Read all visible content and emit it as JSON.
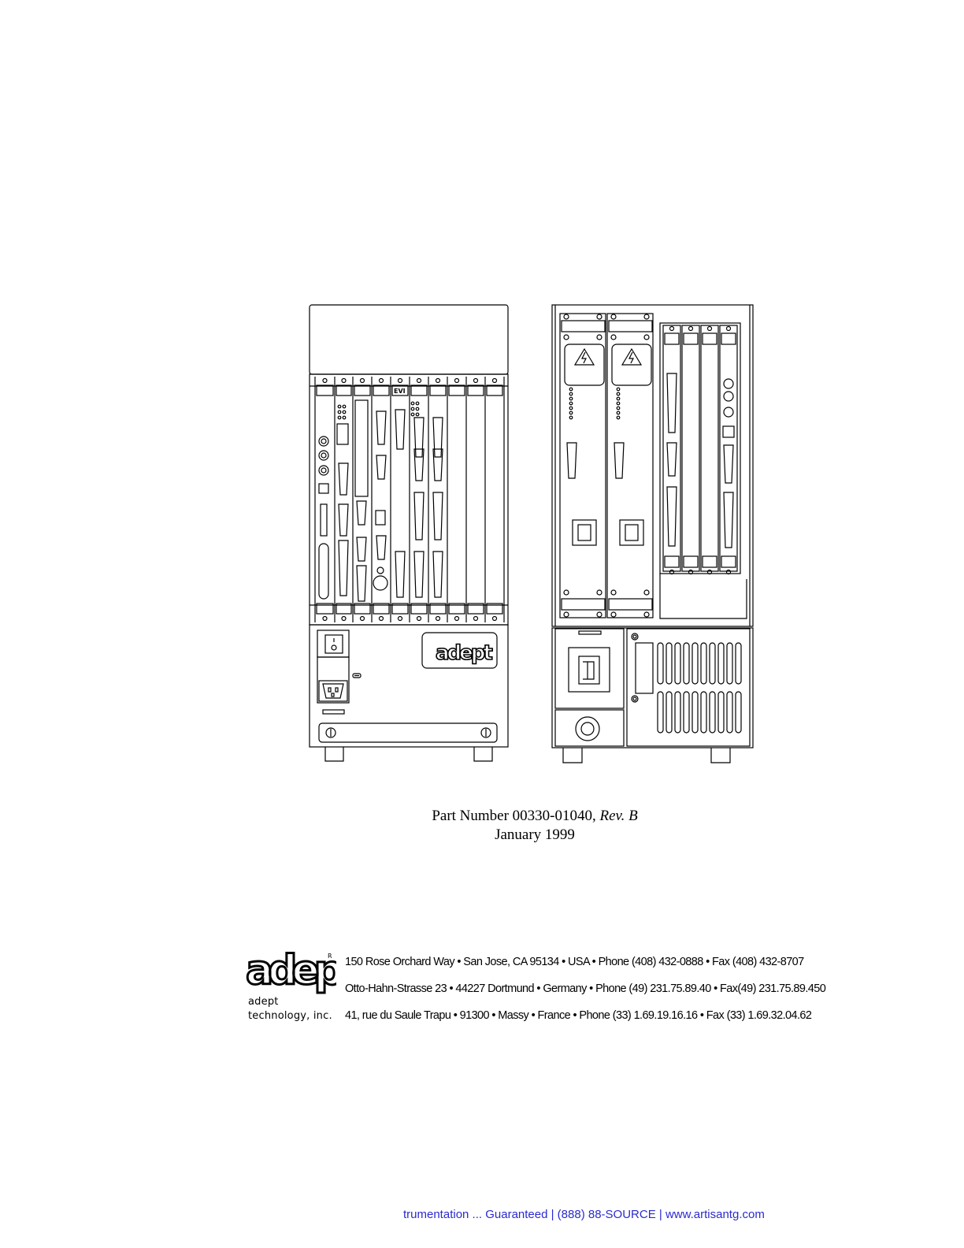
{
  "illustration": {
    "front_panel_label": "EVI",
    "front_logo": "adept",
    "icons": [
      "warning-high-voltage-icon",
      "power-switch-icon",
      "power-inlet-icon",
      "fuse-icon"
    ]
  },
  "part": {
    "prefix": "Part Number 00330-01040, ",
    "rev": "Rev. B",
    "date": "January 1999"
  },
  "footer": {
    "logo_text": "adept",
    "registered": "R",
    "company_line1": "adept",
    "company_line2": "technology, inc.",
    "addresses": [
      "150 Rose Orchard Way • San Jose, CA 95134 • USA • Phone (408) 432-0888 • Fax (408) 432-8707",
      "Otto-Hahn-Strasse 23 • 44227 Dortmund • Germany • Phone (49) 231.75.89.40 • Fax(49) 231.75.89.450",
      "41, rue du Saule Trapu • 91300 • Massy • France • Phone (33) 1.69.19.16.16 • Fax (33) 1.69.32.04.62"
    ]
  },
  "banner": {
    "text": "trumentation ... Guaranteed | (888) 88-SOURCE | www.artisantg.com"
  },
  "colors": {
    "ink": "#000000",
    "banner": "#2a2ad0"
  }
}
